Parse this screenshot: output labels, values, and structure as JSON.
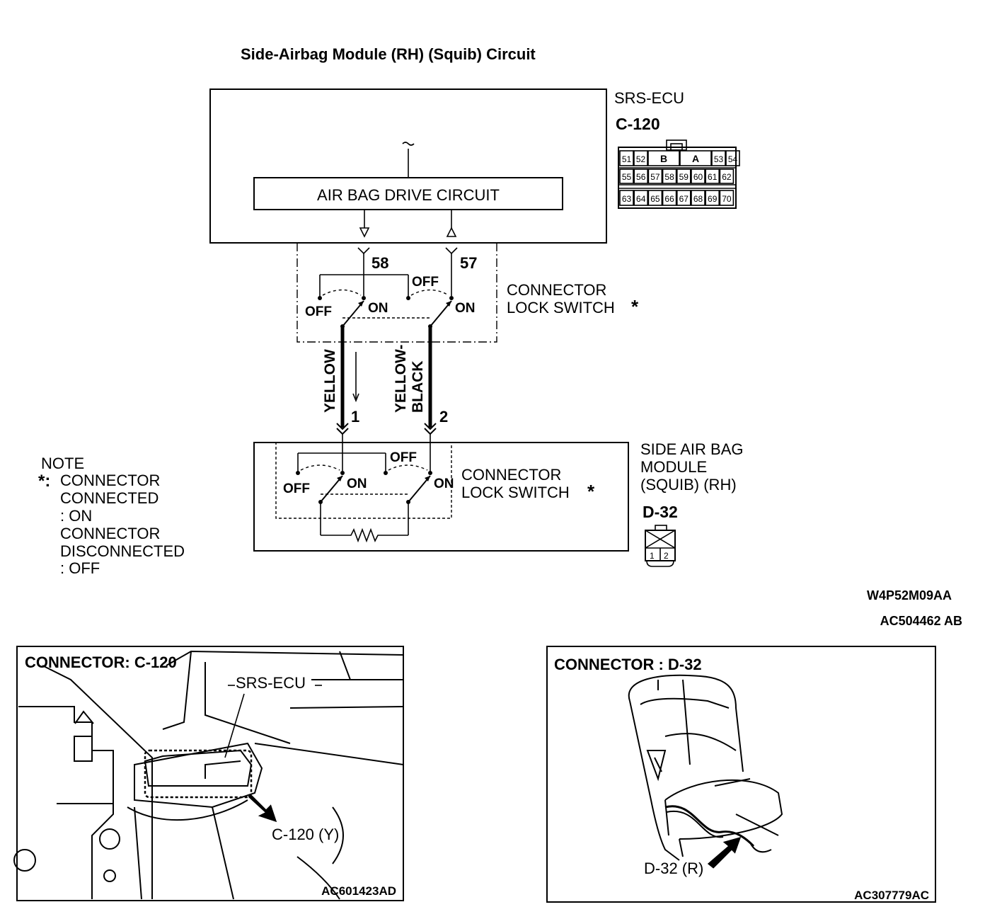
{
  "title": "Side-Airbag Module (RH) (Squib) Circuit",
  "ecu": {
    "name": "SRS-ECU",
    "connector": "C-120",
    "drive_circuit": "AIR BAG DRIVE CIRCUIT",
    "symbol": "~",
    "pin_a": "58",
    "pin_b": "57",
    "connector_pins": {
      "row1": [
        "51",
        "52",
        "B",
        "A",
        "53",
        "54"
      ],
      "row2": [
        "55",
        "56",
        "57",
        "58",
        "59",
        "60",
        "61",
        "62"
      ],
      "row3": [
        "63",
        "64",
        "65",
        "66",
        "67",
        "68",
        "69",
        "70"
      ]
    }
  },
  "switch_labels": {
    "off": "OFF",
    "on": "ON"
  },
  "ecu_lock_switch": {
    "line1": "CONNECTOR",
    "line2": "LOCK SWITCH",
    "mark": "*"
  },
  "wires": [
    {
      "color": "YELLOW",
      "pin": "1"
    },
    {
      "color_line1": "YELLOW-",
      "color_line2": "BLACK",
      "pin": "2"
    }
  ],
  "module": {
    "name_line1": "SIDE AIR BAG",
    "name_line2": "MODULE",
    "name_line3": "(SQUIB) (RH)",
    "connector": "D-32",
    "pins": [
      "1",
      "2"
    ],
    "lock_switch": {
      "line1": "CONNECTOR",
      "line2": "LOCK SWITCH",
      "mark": "*"
    }
  },
  "note": {
    "title": "NOTE",
    "mark": "*:",
    "lines": [
      "CONNECTOR",
      "CONNECTED",
      ": ON",
      "CONNECTOR",
      "DISCONNECTED",
      ": OFF"
    ]
  },
  "codes": {
    "diagram_code": "W4P52M09AA",
    "figure_code": "AC504462 AB"
  },
  "panel_left": {
    "title": "CONNECTOR: C-120",
    "label_ecu": "SRS-ECU",
    "label_connector": "C-120 (Y)",
    "code": "AC601423AD"
  },
  "panel_right": {
    "title": "CONNECTOR : D-32",
    "label_connector": "D-32 (R)",
    "code": "AC307779AC"
  }
}
